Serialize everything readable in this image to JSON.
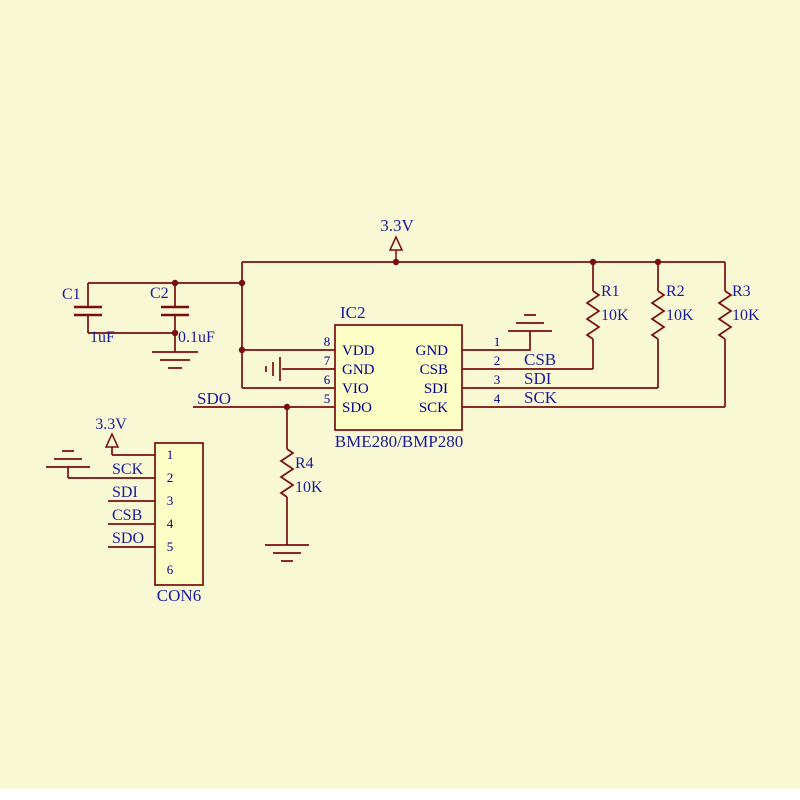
{
  "schematic": {
    "power_net": "3.3V",
    "ic": {
      "ref": "IC2",
      "part": "BME280/BMP280",
      "left_pins": [
        {
          "num": "8",
          "name": "VDD"
        },
        {
          "num": "7",
          "name": "GND"
        },
        {
          "num": "6",
          "name": "VIO"
        },
        {
          "num": "5",
          "name": "SDO"
        }
      ],
      "right_pins": [
        {
          "num": "1",
          "name": "GND"
        },
        {
          "num": "2",
          "name": "CSB"
        },
        {
          "num": "3",
          "name": "SDI"
        },
        {
          "num": "4",
          "name": "SCK"
        }
      ]
    },
    "capacitors": [
      {
        "ref": "C1",
        "value": "1uF"
      },
      {
        "ref": "C2",
        "value": "0.1uF"
      }
    ],
    "resistors": [
      {
        "ref": "R1",
        "value": "10K"
      },
      {
        "ref": "R2",
        "value": "10K"
      },
      {
        "ref": "R3",
        "value": "10K"
      },
      {
        "ref": "R4",
        "value": "10K"
      }
    ],
    "connector": {
      "ref": "CON6",
      "power_label": "3.3V",
      "pin_numbers": [
        "1",
        "2",
        "3",
        "4",
        "5",
        "6"
      ],
      "net_labels": [
        "SCK",
        "SDI",
        "CSB",
        "SDO"
      ]
    },
    "net_labels": {
      "sdo": "SDO",
      "csb": "CSB",
      "sdi": "SDI",
      "sck": "SCK"
    },
    "colors": {
      "background": "#f8f8d4",
      "wire": "#7a0e0e",
      "text_blue": "#1a1a9e",
      "component_fill": "#fdfdc6"
    }
  }
}
